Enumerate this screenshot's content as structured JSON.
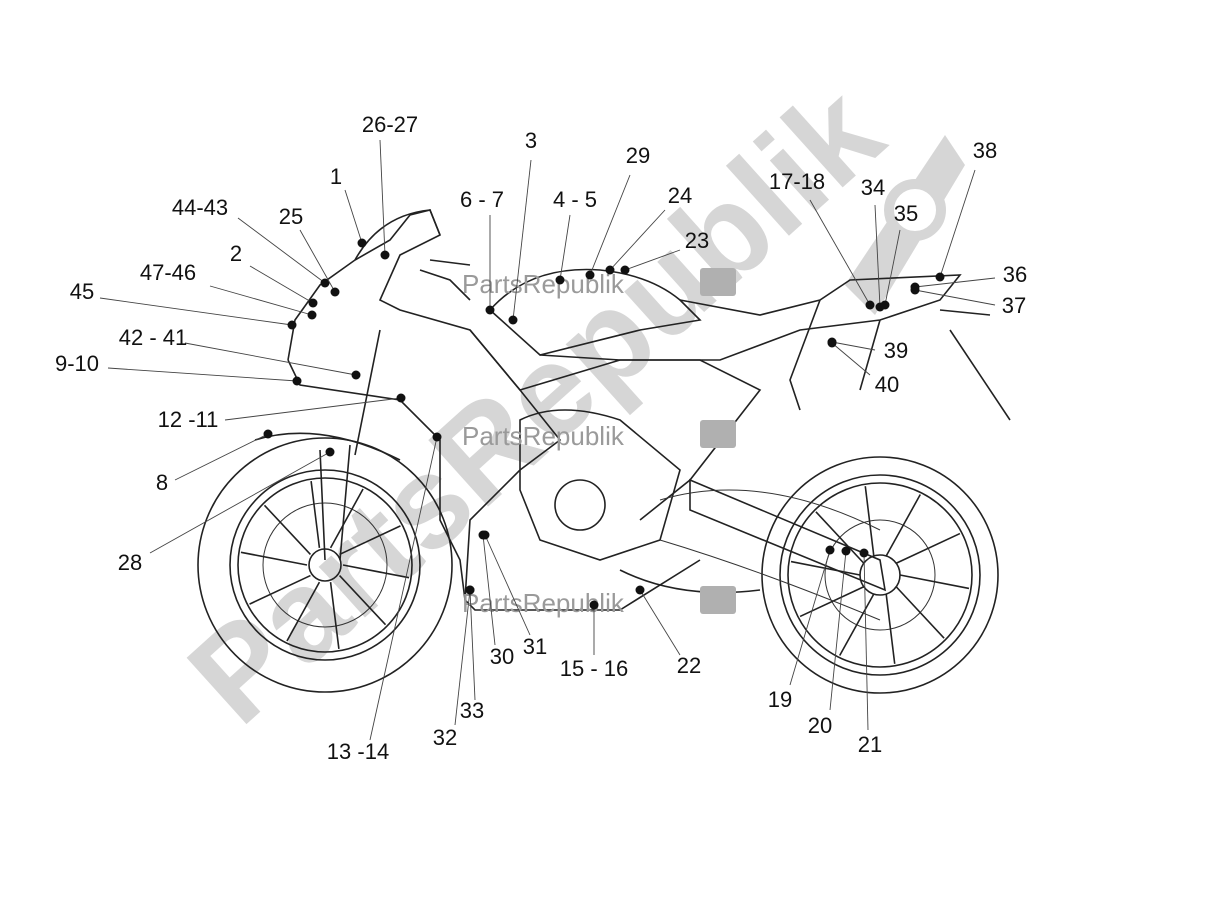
{
  "watermark": {
    "text": "PartsRepublik",
    "color": "#9a9a9a"
  },
  "callouts": [
    {
      "label": "26-27"
    },
    {
      "label": "1"
    },
    {
      "label": "44-43"
    },
    {
      "label": "25"
    },
    {
      "label": "2"
    },
    {
      "label": "47-46"
    },
    {
      "label": "45"
    },
    {
      "label": "42 - 41"
    },
    {
      "label": "9-10"
    },
    {
      "label": "12 -11"
    },
    {
      "label": "8"
    },
    {
      "label": "28"
    },
    {
      "label": "13 -14"
    },
    {
      "label": "3"
    },
    {
      "label": "6 - 7"
    },
    {
      "label": "4 - 5"
    },
    {
      "label": "29"
    },
    {
      "label": "24"
    },
    {
      "label": "23"
    },
    {
      "label": "17-18"
    },
    {
      "label": "34"
    },
    {
      "label": "35"
    },
    {
      "label": "38"
    },
    {
      "label": "36"
    },
    {
      "label": "37"
    },
    {
      "label": "39"
    },
    {
      "label": "40"
    },
    {
      "label": "30"
    },
    {
      "label": "31"
    },
    {
      "label": "32"
    },
    {
      "label": "33"
    },
    {
      "label": "15 - 16"
    },
    {
      "label": "22"
    },
    {
      "label": "19"
    },
    {
      "label": "20"
    },
    {
      "label": "21"
    }
  ]
}
